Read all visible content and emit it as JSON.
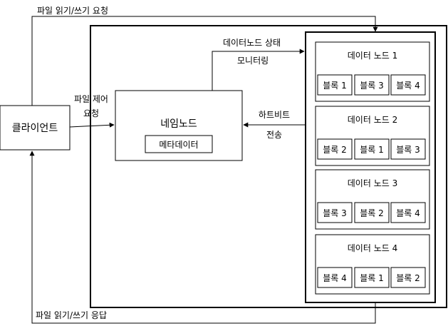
{
  "client": {
    "label": "클라이언트"
  },
  "namenode": {
    "label": "네임노드",
    "meta": "메타데이터"
  },
  "edges": {
    "rw_request": "파일 읽기/쓰기 요청",
    "rw_response": "파일 읽기/쓰기 응답",
    "control_request_1": "파일 제어",
    "control_request_2": "요청",
    "monitoring_1": "데이터노드 상태",
    "monitoring_2": "모니터링",
    "heartbeat_1": "하트비트",
    "heartbeat_2": "전송"
  },
  "datanodes": [
    {
      "title": "데이터 노드 1",
      "blocks": [
        "블록 1",
        "블록 3",
        "블록 4"
      ]
    },
    {
      "title": "데이터 노드 2",
      "blocks": [
        "블록 2",
        "블록 1",
        "블록 3"
      ]
    },
    {
      "title": "데이터 노드 3",
      "blocks": [
        "블록 3",
        "블록 2",
        "블록 4"
      ]
    },
    {
      "title": "데이터 노드 4",
      "blocks": [
        "블록 4",
        "블록 1",
        "블록 2"
      ]
    }
  ]
}
